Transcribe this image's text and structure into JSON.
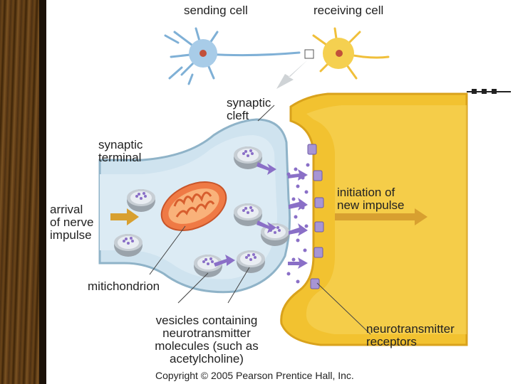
{
  "labels": {
    "sending_cell": "sending cell",
    "receiving_cell": "receiving cell",
    "synaptic_cleft": "synaptic\ncleft",
    "synaptic_terminal": "synaptic\nterminal",
    "arrival": "arrival\nof nerve\nimpulse",
    "initiation": "initiation of\nnew impulse",
    "mitochondrion": "mitichondrion",
    "vesicles": "vesicles containing\nneurotransmitter\nmolecules (such as\nacetylcholine)",
    "receptors": "neurotransmitter\nreceptors",
    "copyright": "Copyright © 2005 Pearson Prentice Hall, Inc."
  },
  "colors": {
    "terminal": "#cfe3ef",
    "receiving": "#f2c230",
    "vesicle": "#b9bec4",
    "mitochondrion": "#ef7a45",
    "arrow": "#d8a030",
    "molecule": "#8a6fc7"
  }
}
